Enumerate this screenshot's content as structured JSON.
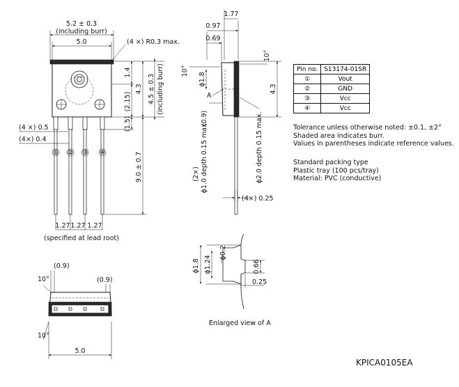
{
  "top_view": {
    "width_burr": "5.2 ± 0.3",
    "including_burr": "(including burr)",
    "width": "5.0",
    "corner_radius": "(4 ×) R0.3 max.",
    "dim_14": "1.4",
    "dim_43": "4.3",
    "dim_45": "4.5 ± 0.3",
    "dim_45_note": "(including burr)",
    "dim_215": "(2.15)",
    "dim_15": "(1.5)",
    "lead_w1": "(4 ×) 0.5",
    "lead_w2": "(4×) 0.4",
    "pin_labels": [
      "①",
      "②",
      "③",
      "④"
    ],
    "lead_length": "9.0 ± 0.7",
    "pitch": [
      "1.27",
      "1.27",
      "1.27"
    ],
    "pitch_note": "(specified at lead root)"
  },
  "side_view": {
    "dim_177": "1.77",
    "dim_097": "0.97",
    "dim_069": "0.69",
    "angle_left": "10°",
    "angle_right": "10°",
    "phi18": "ϕ1.8",
    "label_a": "A",
    "depth1": "(0.9)",
    "depth1_note": "ϕ1.0 depth 0.15 max.",
    "depth1_prefix": "(2×)",
    "depth2": "ϕ2.0 depth 0.15 max.",
    "dim_43": "4.3",
    "lead_thk": "(4×) 0.25"
  },
  "bottom_view": {
    "dim_09_left": "(0.9)",
    "dim_09_right": "(0.9)",
    "angle_top": "10°",
    "angle_bottom": "10°",
    "width": "5.0"
  },
  "enlarged": {
    "phi18": "ϕ1.8",
    "phi124": "ϕ1.24",
    "phi02": "ϕ0.2",
    "dim_066": "0.66",
    "dim_025": "0.25",
    "caption": "Enlarged view of A"
  },
  "pin_table": {
    "header": [
      "Pin no.",
      "S13174-01SR"
    ],
    "rows": [
      [
        "①",
        "Vout"
      ],
      [
        "②",
        "GND"
      ],
      [
        "③",
        "Vcc"
      ],
      [
        "④",
        "Vcc"
      ]
    ]
  },
  "notes": [
    "Tolerance unless otherwise noted: ±0.1, ±2°",
    "Shaded area indicates burr.",
    "Values in parentheses indicate reference values."
  ],
  "packing": [
    "Standard packing type",
    "Plastic tray (100 pcs/tray)",
    "Material: PVC (conductive)"
  ],
  "drawing_code": "KPICA0105EA"
}
